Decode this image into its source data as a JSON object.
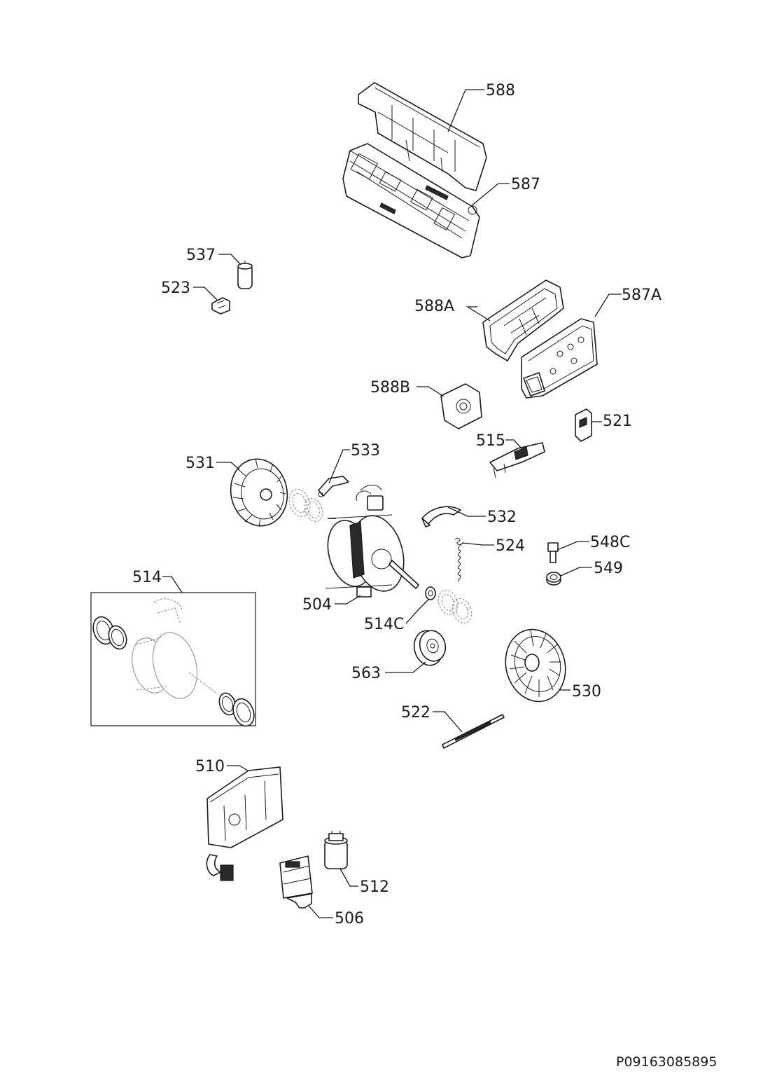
{
  "document_id": "P09163085895",
  "labels": {
    "p588": "588",
    "p587": "587",
    "p537": "537",
    "p523": "523",
    "p588A": "588A",
    "p587A": "587A",
    "p588B": "588B",
    "p521": "521",
    "p515": "515",
    "p531": "531",
    "p533": "533",
    "p532": "532",
    "p524": "524",
    "p548C": "548C",
    "p549": "549",
    "p514": "514",
    "p504": "504",
    "p514C": "514C",
    "p563": "563",
    "p530": "530",
    "p522": "522",
    "p510": "510",
    "p512": "512",
    "p506": "506"
  }
}
